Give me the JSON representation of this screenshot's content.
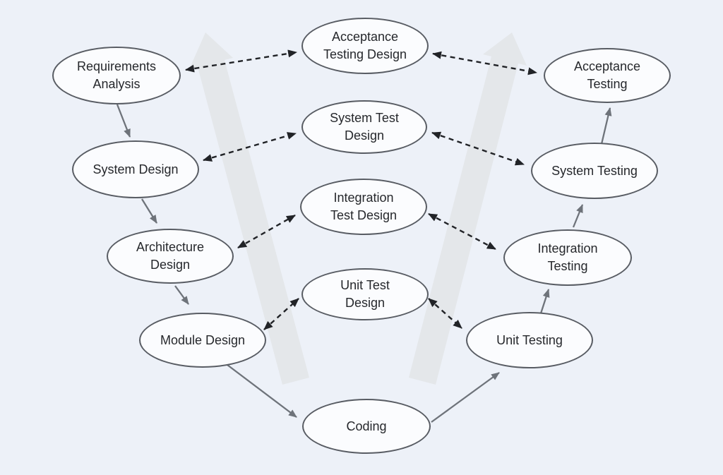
{
  "diagram": {
    "type": "v-model-software-lifecycle",
    "colors": {
      "background": "#edf1f8",
      "watermark": "#e4e7ea",
      "node_fill": "#fbfcfe",
      "node_stroke": "#585c63",
      "text": "#26282c",
      "solid_arrow": "#6e737a",
      "dashed_arrow": "#212327"
    },
    "nodes": [
      {
        "id": "requirements-analysis",
        "label": "Requirements\nAnalysis"
      },
      {
        "id": "system-design",
        "label": "System Design"
      },
      {
        "id": "architecture-design",
        "label": "Architecture\nDesign"
      },
      {
        "id": "module-design",
        "label": "Module Design"
      },
      {
        "id": "coding",
        "label": "Coding"
      },
      {
        "id": "acceptance-testing-design",
        "label": "Acceptance\nTesting Design"
      },
      {
        "id": "system-test-design",
        "label": "System Test\nDesign"
      },
      {
        "id": "integration-test-design",
        "label": "Integration\nTest Design"
      },
      {
        "id": "unit-test-design",
        "label": "Unit Test\nDesign"
      },
      {
        "id": "unit-testing",
        "label": "Unit Testing"
      },
      {
        "id": "integration-testing",
        "label": "Integration\nTesting"
      },
      {
        "id": "system-testing",
        "label": "System Testing"
      },
      {
        "id": "acceptance-testing",
        "label": "Acceptance\nTesting"
      }
    ],
    "edges": {
      "solid": [
        {
          "from": "Requirements Analysis",
          "to": "System Design"
        },
        {
          "from": "System Design",
          "to": "Architecture Design"
        },
        {
          "from": "Architecture Design",
          "to": "Module Design"
        },
        {
          "from": "Module Design",
          "to": "Coding"
        },
        {
          "from": "Coding",
          "to": "Unit Testing"
        },
        {
          "from": "Unit Testing",
          "to": "Integration Testing"
        },
        {
          "from": "Integration Testing",
          "to": "System Testing"
        },
        {
          "from": "System Testing",
          "to": "Acceptance Testing"
        }
      ],
      "dashed_bidirectional": [
        {
          "a": "Requirements Analysis",
          "b": "Acceptance Testing Design"
        },
        {
          "a": "System Design",
          "b": "System Test Design"
        },
        {
          "a": "Architecture Design",
          "b": "Integration Test Design"
        },
        {
          "a": "Module Design",
          "b": "Unit Test Design"
        },
        {
          "a": "Acceptance Testing Design",
          "b": "Acceptance Testing"
        },
        {
          "a": "System Test Design",
          "b": "System Testing"
        },
        {
          "a": "Integration Test Design",
          "b": "Integration Testing"
        },
        {
          "a": "Unit Test Design",
          "b": "Unit Testing"
        }
      ]
    }
  }
}
